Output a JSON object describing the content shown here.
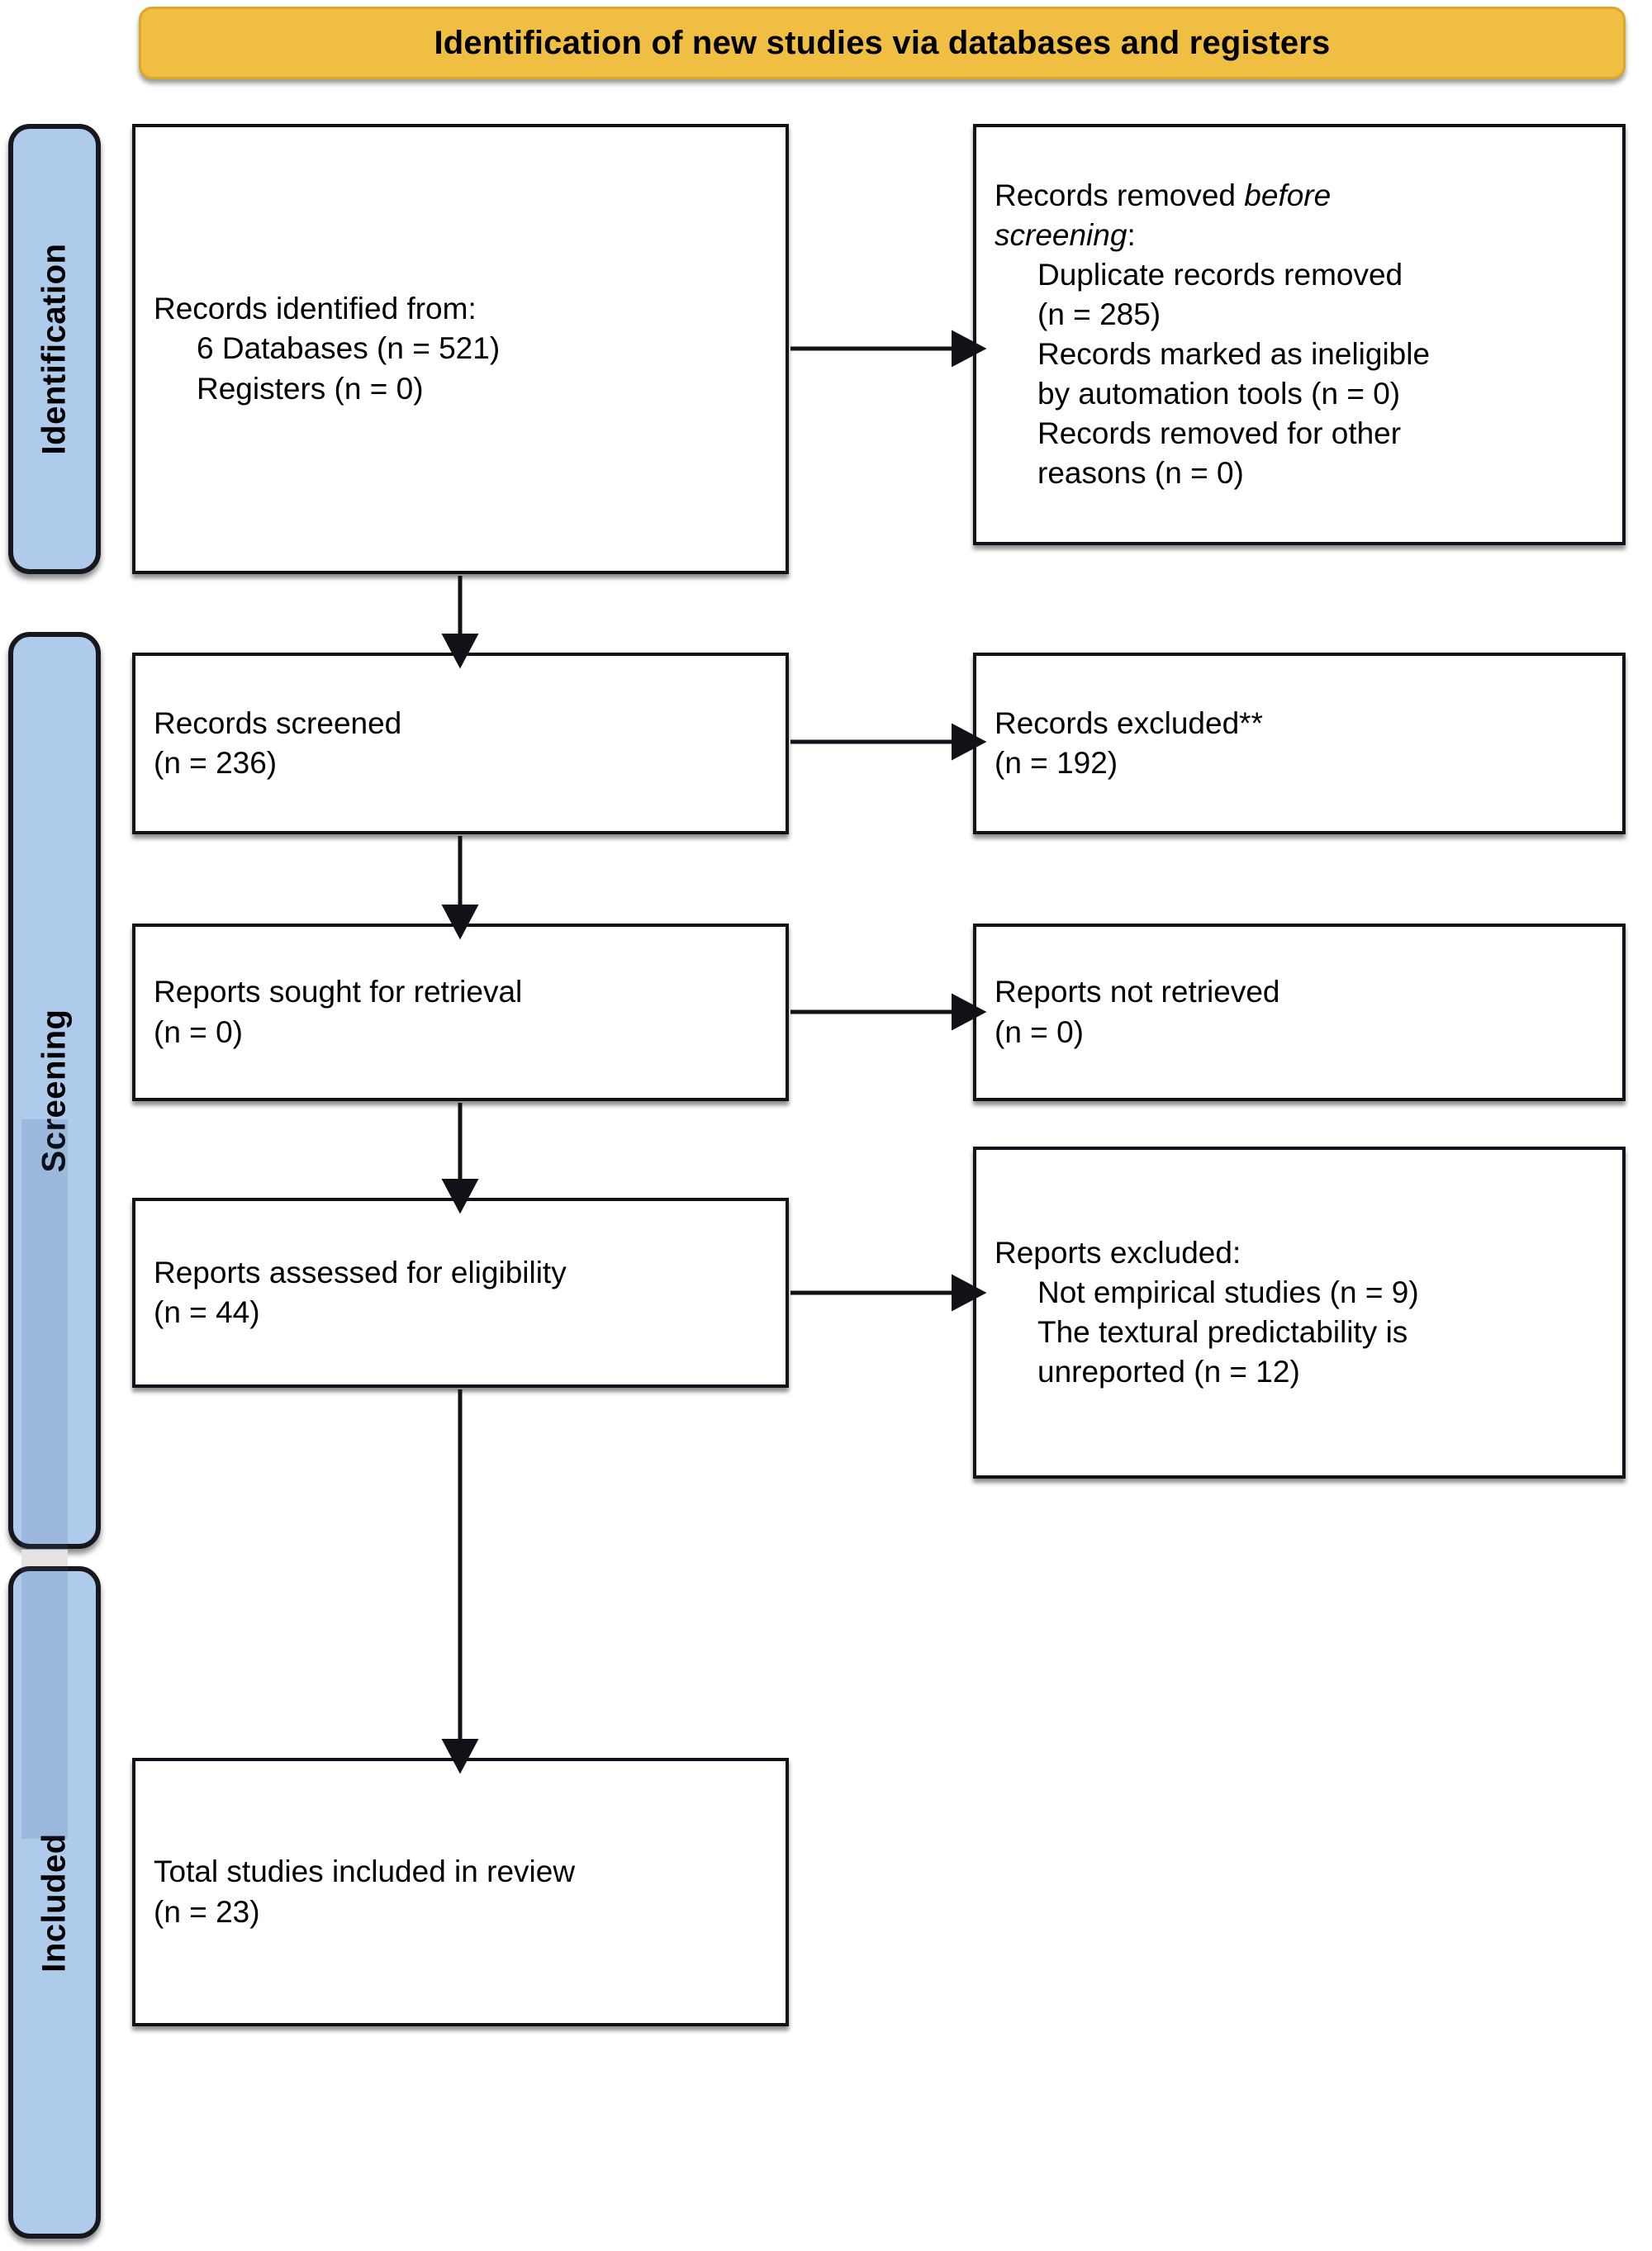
{
  "banner": {
    "title": "Identification of new studies via databases and registers",
    "bg_color": "#efbe42"
  },
  "stages": [
    {
      "key": "identification",
      "label": "Identification"
    },
    {
      "key": "screening",
      "label": "Screening"
    },
    {
      "key": "included",
      "label": "Included"
    }
  ],
  "stage_bar_color": "#aecbeb",
  "boxes": {
    "identified": {
      "line1": "Records identified from:",
      "line2": "6 Databases (n = 521)",
      "line3": "Registers (n = 0)"
    },
    "removed_before": {
      "line1a": "Records removed ",
      "line1b": "before",
      "line2a": "screening",
      "line2b": ":",
      "line3": "Duplicate records removed",
      "line4": "(n = 285)",
      "line5": "Records marked as ineligible",
      "line6": "by automation tools (n = 0)",
      "line7": "Records removed for other",
      "line8": "reasons (n = 0)"
    },
    "screened": {
      "line1": "Records screened",
      "line2": "(n = 236)"
    },
    "records_excluded": {
      "line1": "Records excluded**",
      "line2": "(n = 192)"
    },
    "sought": {
      "line1": "Reports sought for retrieval",
      "line2": "(n = 0)"
    },
    "not_retrieved": {
      "line1": "Reports not retrieved",
      "line2": "(n = 0)"
    },
    "assessed": {
      "line1": "Reports assessed for eligibility",
      "line2": "(n = 44)"
    },
    "reports_excluded": {
      "line1": "Reports excluded:",
      "line2": "Not empirical studies (n = 9)",
      "line3": "The textural predictability is",
      "line4": "unreported (n = 12)"
    },
    "included_total": {
      "line1": "Total studies included in review",
      "line2": "(n = 23)"
    }
  },
  "chart_data": {
    "type": "diagram",
    "title": "Identification of new studies via databases and registers",
    "flow": [
      {
        "stage": "Identification",
        "node": "Records identified from: 6 Databases",
        "n": 521
      },
      {
        "stage": "Identification",
        "node": "Records identified from: Registers",
        "n": 0
      },
      {
        "stage": "Identification",
        "node": "Duplicate records removed",
        "n": 285
      },
      {
        "stage": "Identification",
        "node": "Records marked as ineligible by automation tools",
        "n": 0
      },
      {
        "stage": "Identification",
        "node": "Records removed for other reasons",
        "n": 0
      },
      {
        "stage": "Screening",
        "node": "Records screened",
        "n": 236
      },
      {
        "stage": "Screening",
        "node": "Records excluded**",
        "n": 192
      },
      {
        "stage": "Screening",
        "node": "Reports sought for retrieval",
        "n": 0
      },
      {
        "stage": "Screening",
        "node": "Reports not retrieved",
        "n": 0
      },
      {
        "stage": "Screening",
        "node": "Reports assessed for eligibility",
        "n": 44
      },
      {
        "stage": "Screening",
        "node": "Reports excluded: Not empirical studies",
        "n": 9
      },
      {
        "stage": "Screening",
        "node": "Reports excluded: The textural predictability is unreported",
        "n": 12
      },
      {
        "stage": "Included",
        "node": "Total studies included in review",
        "n": 23
      }
    ]
  }
}
